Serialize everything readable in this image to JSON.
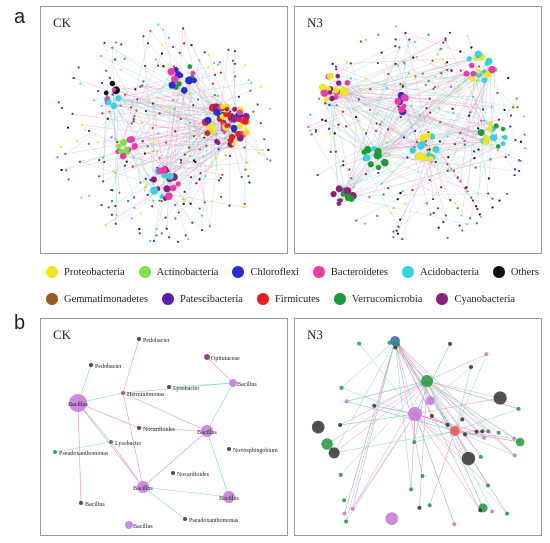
{
  "panels": {
    "a_label": "a",
    "b_label": "b",
    "ck_title": "CK",
    "n3_title": "N3"
  },
  "legend": [
    {
      "label": "Proteobacteria",
      "color": "#f4e419"
    },
    {
      "label": "Actinobacteria",
      "color": "#7fe04a"
    },
    {
      "label": "Chloroflexi",
      "color": "#2b2bd6"
    },
    {
      "label": "Bacteroidetes",
      "color": "#ee3aa8"
    },
    {
      "label": "Acidobacteria",
      "color": "#37d3e0"
    },
    {
      "label": "Others",
      "color": "#111111"
    },
    {
      "label": "Gemmatimonadetes",
      "color": "#9a5b1e"
    },
    {
      "label": "Patescibacteria",
      "color": "#5a1fb0"
    },
    {
      "label": "Firmicutes",
      "color": "#e42020"
    },
    {
      "label": "Verrucomicrobia",
      "color": "#1f9a3a"
    },
    {
      "label": "Cyanobacteria",
      "color": "#8e1f7a"
    }
  ],
  "ck_genus_labels": [
    "Pedobacter",
    "Pedobacter",
    "Opitutaceae",
    "Herminiimonas",
    "Bacillus",
    "Lysobacter",
    "Bacillus",
    "Nocardioides",
    "Bacillus",
    "Novosphingobium",
    "Lysobacter",
    "Pseudoxanthomonas",
    "Nocardioides",
    "Bacillus",
    "Bacillus",
    "Bacillus",
    "Pseudoxanthomonas",
    "Bacillus"
  ]
}
